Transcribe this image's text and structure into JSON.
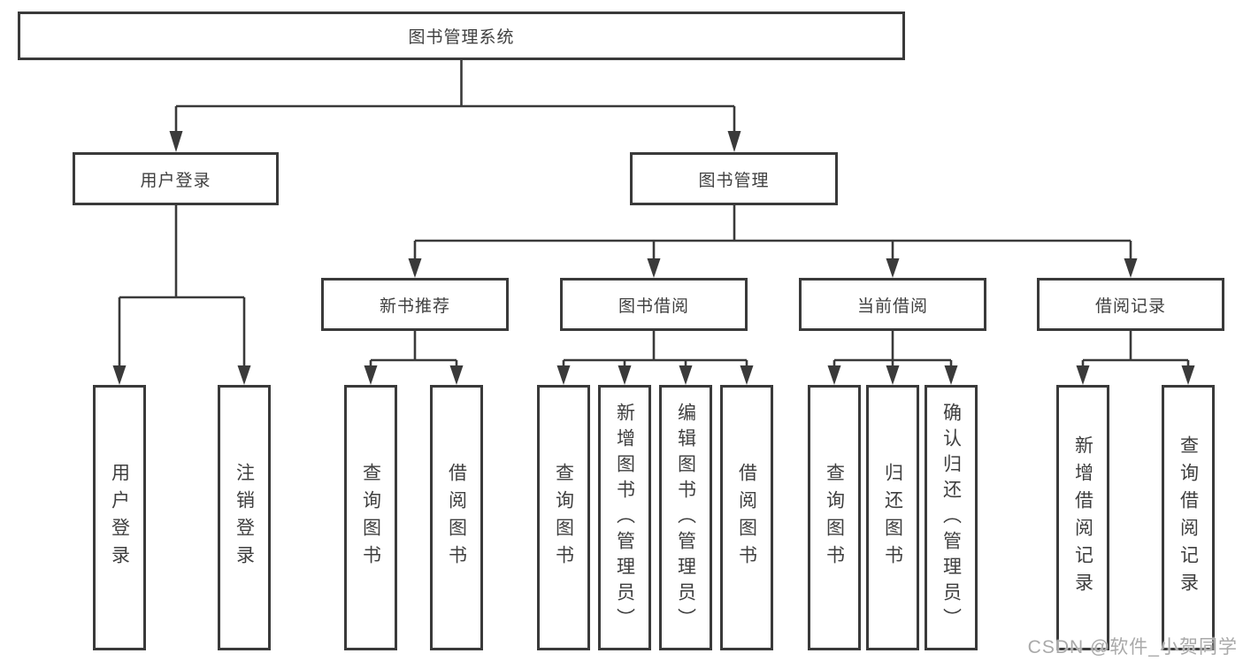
{
  "diagram": {
    "root": {
      "label": "图书管理系统"
    },
    "branches": [
      {
        "label": "用户登录",
        "children": [
          {
            "label": "用户登录"
          },
          {
            "label": "注销登录"
          }
        ]
      },
      {
        "label": "图书管理",
        "children": [
          {
            "label": "新书推荐",
            "children": [
              {
                "label": "查询图书"
              },
              {
                "label": "借阅图书"
              }
            ]
          },
          {
            "label": "图书借阅",
            "children": [
              {
                "label": "查询图书"
              },
              {
                "label": "新增图书（管理员）"
              },
              {
                "label": "编辑图书（管理员）"
              },
              {
                "label": "借阅图书"
              }
            ]
          },
          {
            "label": "当前借阅",
            "children": [
              {
                "label": "查询图书"
              },
              {
                "label": "归还图书"
              },
              {
                "label": "确认归还（管理员）"
              }
            ]
          },
          {
            "label": "借阅记录",
            "children": [
              {
                "label": "新增借阅记录"
              },
              {
                "label": "查询借阅记录"
              }
            ]
          }
        ]
      }
    ]
  },
  "watermark": {
    "text": "CSDN @软件_小贺同学"
  },
  "colors": {
    "line": "#3a3a3a",
    "text": "#3f3f3f",
    "watermark": "#a9a9a9",
    "background": "#ffffff"
  }
}
